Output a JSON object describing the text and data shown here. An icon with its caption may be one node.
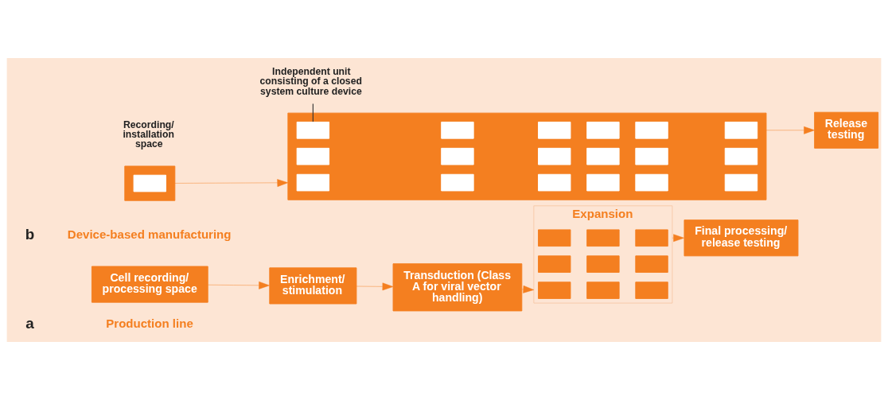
{
  "diagram": {
    "nodes": [
      {
        "text": [
          "Cell recording/ processing space"
        ]
      },
      {
        "text": [
          "Enrichment/ stimulation"
        ]
      },
      {
        "text": [
          "Transduction (Class A for viral vector handling)"
        ]
      },
      {
        "text": [
          "Expansion"
        ]
      },
      {
        "text": [],
        "shape": "box",
        "in": 3
      },
      {
        "text": [],
        "shape": "box",
        "in": 3
      },
      {
        "text": [],
        "shape": "box",
        "in": 3
      },
      {
        "text": [],
        "shape": "box",
        "in": 3
      },
      {
        "text": [],
        "shape": "box",
        "in": 3
      },
      {
        "text": [],
        "shape": "box",
        "in": 3
      },
      {
        "text": [],
        "shape": "box",
        "in": 3
      },
      {
        "text": [],
        "shape": "box",
        "in": 3
      },
      {
        "text": [],
        "shape": "box",
        "in": 3
      },
      {
        "text": [
          "Final processing/ release testing"
        ]
      },
      {
        "text": [],
        "shape": "box",
        "beside": [
          "Recording/ installation space"
        ]
      },
      {
        "text": [],
        "shape": "box",
        "in": 14
      },
      {
        "text": [],
        "shape": "box"
      },
      {
        "text": [],
        "shape": "box",
        "in": 16
      },
      {
        "text": [],
        "shape": "box",
        "in": 16
      },
      {
        "text": [],
        "shape": "box",
        "in": 16
      },
      {
        "text": [],
        "shape": "box",
        "in": 16
      },
      {
        "text": [],
        "shape": "box",
        "in": 16
      },
      {
        "text": [],
        "shape": "box",
        "in": 16
      },
      {
        "text": [],
        "shape": "box",
        "in": 16
      },
      {
        "text": [],
        "shape": "box",
        "in": 16
      },
      {
        "text": [],
        "shape": "box",
        "in": 16
      },
      {
        "text": [],
        "shape": "box",
        "in": 16
      },
      {
        "text": [],
        "shape": "box",
        "in": 16
      },
      {
        "text": [],
        "shape": "box",
        "in": 16
      },
      {
        "text": [],
        "shape": "box",
        "in": 16
      },
      {
        "text": [],
        "shape": "box",
        "in": 16
      },
      {
        "text": [],
        "shape": "box",
        "in": 16
      },
      {
        "text": [],
        "shape": "box",
        "in": 16
      },
      {
        "text": [],
        "shape": "box",
        "in": 16
      },
      {
        "text": [],
        "shape": "box",
        "in": 16
      },
      {
        "text": [
          "Independent unit consisting of a closed system culture device"
        ]
      },
      {
        "text": [
          "Release testing"
        ]
      }
    ],
    "edges": [
      {
        "from": 0,
        "to": 1,
        "arrow": "to"
      },
      {
        "from": 1,
        "to": 2,
        "arrow": "to"
      },
      {
        "from": 2,
        "to": 3,
        "arrow": "to"
      },
      {
        "from": 3,
        "to": 13,
        "arrow": "to"
      },
      {
        "from": 14,
        "to": 16,
        "arrow": "to"
      },
      {
        "from": 16,
        "to": 36,
        "arrow": "to"
      },
      {
        "from": 35,
        "to": 29,
        "arrow": "none",
        "color": "#333333"
      }
    ],
    "labels": [
      "a",
      "Production line",
      "b",
      "Device-based manufacturing"
    ]
  }
}
